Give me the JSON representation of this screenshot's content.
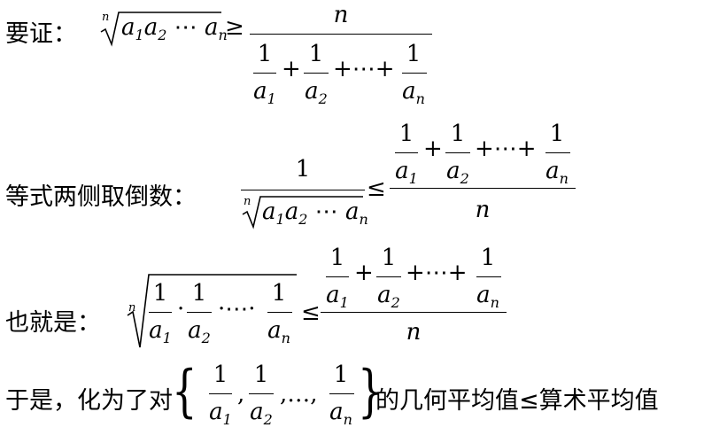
{
  "lines": [
    {
      "label": "要证：",
      "id": "prove"
    },
    {
      "label": "等式两侧取倒数：",
      "id": "reciprocal"
    },
    {
      "label": "也就是：",
      "id": "thatis"
    },
    {
      "label": "于是，化为了对",
      "id": "thus",
      "tail": "的几何平均值≤算术平均值"
    }
  ],
  "symbols": {
    "n": "n",
    "one": "1",
    "a": "a",
    "sub1": "1",
    "sub2": "2",
    "subn": "n",
    "geq": "≥",
    "leq": "≤",
    "plus": "+",
    "cdots": "⋯",
    "ellipsis": "…",
    "comma": ",",
    "dot": "·",
    "dotdotdot": "·⋯·",
    "lbrace": "{",
    "rbrace": "}",
    "root_index": "n"
  }
}
